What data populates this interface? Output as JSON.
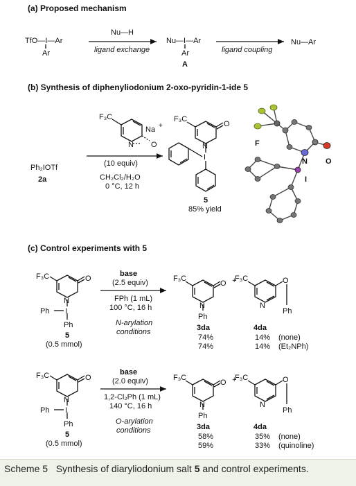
{
  "section_a": {
    "heading": "(a) Proposed mechanism",
    "reactant": "TfO—I—Ar",
    "reactant_sub": "Ar",
    "reagent": "Nu—H",
    "condition1": "ligand exchange",
    "intermediate": "Nu—I—Ar",
    "intermediate_sub": "Ar",
    "intermediate_label": "A",
    "condition2": "ligand coupling",
    "product": "Nu—Ar"
  },
  "section_b": {
    "heading": "(b) Synthesis of diphenyliodonium 2-oxo-pyridin-1-ide 5",
    "reagent_cf3": "F₃C",
    "reagent_n": "N",
    "reagent_o": "O",
    "reagent_na": "Na",
    "reagent_plus": "+",
    "equiv": "(10 equiv)",
    "solvent": "CH₂Cl₂/H₂O",
    "temp": "0 °C, 12 h",
    "starting": "Ph₂IOTf",
    "starting_label": "2a",
    "product_cf3": "F₃C",
    "product_n": "N",
    "product_o": "O",
    "product_i": "I",
    "product_label": "5",
    "yield": "85% yield",
    "xray_f": "F",
    "xray_n": "N",
    "xray_o": "O",
    "xray_i": "I"
  },
  "section_c": {
    "heading": "(c) Control experiments with 5",
    "sm_cf3": "F₃C",
    "sm_n": "N",
    "sm_o": "O",
    "sm_ph1": "Ph",
    "sm_i": "I",
    "sm_ph2": "Ph",
    "sm_label": "5",
    "sm_amount": "(0.5 mmol)",
    "p_cf3": "F₃C",
    "p_n": "N",
    "p_o": "O",
    "p_ph": "Ph",
    "plus": "+",
    "label_3da": "3da",
    "label_4da": "4da",
    "exp1": {
      "base": "base",
      "equiv": "(2.5 equiv)",
      "solvent": "FPh (1 mL)",
      "temp": "100 °C, 16 h",
      "cond_line1": "N-arylation",
      "cond_line2": "conditions",
      "rows": [
        {
          "a": "74%",
          "b": "14%",
          "note": "(none)"
        },
        {
          "a": "74%",
          "b": "14%",
          "note": "(Et₂NPh)"
        }
      ]
    },
    "exp2": {
      "base": "base",
      "equiv": "(2.0 equiv)",
      "solvent": "1,2-Cl₂Ph (1 mL)",
      "temp": "140 °C, 16 h",
      "cond_line1": "O-arylation",
      "cond_line2": "conditions",
      "rows": [
        {
          "a": "58%",
          "b": "35%",
          "note": "(none)"
        },
        {
          "a": "59%",
          "b": "33%",
          "note": "(quinoline)"
        }
      ]
    }
  },
  "caption": {
    "prefix": "Scheme 5",
    "text_1": "Synthesis of diaryliodonium salt ",
    "bold_num": "5",
    "text_2": " and control experiments."
  }
}
